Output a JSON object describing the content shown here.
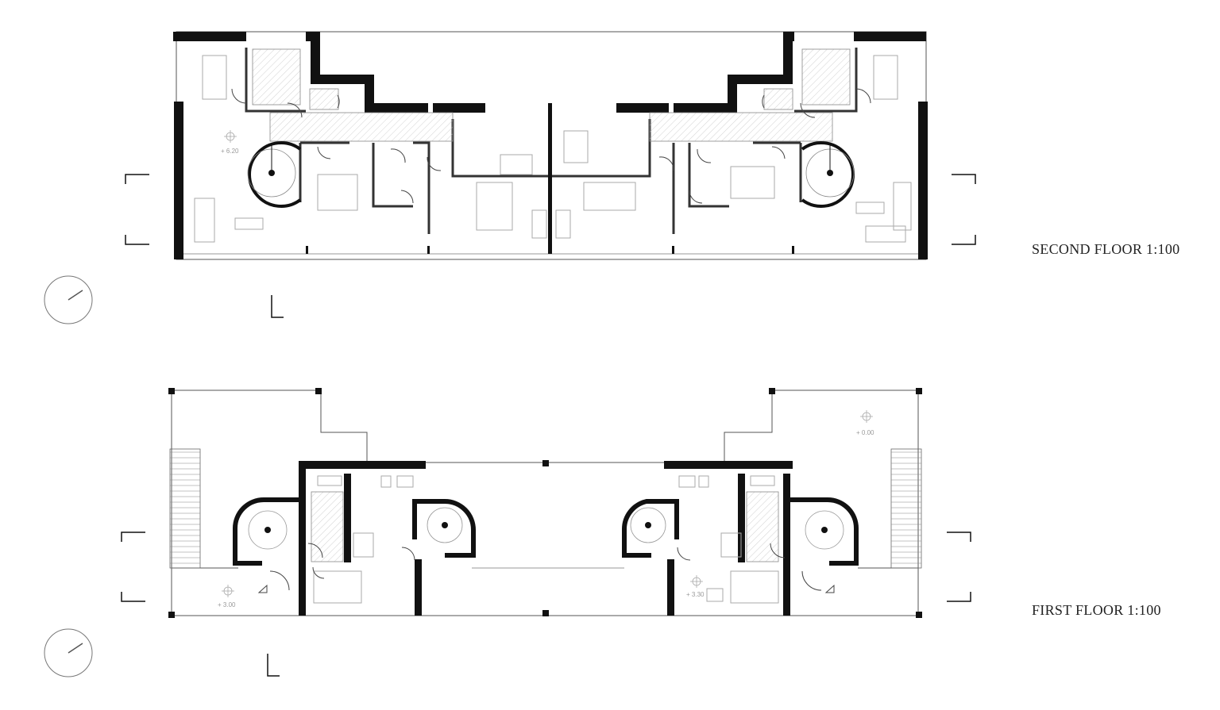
{
  "drawings": [
    {
      "id": "second-floor",
      "title": "SECOND FLOOR 1:100",
      "elevation_labels": [
        "+ 6.20"
      ]
    },
    {
      "id": "first-floor",
      "title": "FIRST FLOOR 1:100",
      "elevation_labels": [
        "+ 3.00",
        "+ 3.30",
        "+ 0.00"
      ]
    }
  ],
  "icons": {
    "north_arrow": "north-arrow-icon",
    "section_marker": "section-marker-icon",
    "spiral_stair": "spiral-stair-icon",
    "straight_stair": "straight-stair-icon"
  },
  "colors": {
    "wall": "#111111",
    "line": "#333333",
    "thin_line": "#9a9a9a",
    "hatch": "#c8c8c8"
  }
}
